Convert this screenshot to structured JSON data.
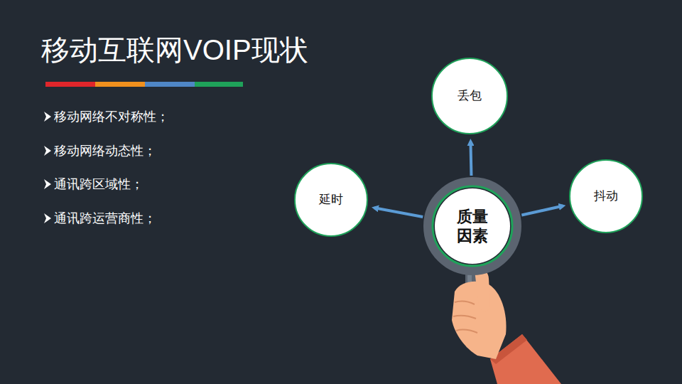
{
  "diagram": {
    "title": "移动互联网VOIP现状",
    "nodes": [
      {
        "text": [
          "丢包"
        ]
      },
      {
        "text": [
          "延时"
        ]
      },
      {
        "text": [
          "质量 因素"
        ]
      },
      {
        "text": [
          "抖动"
        ]
      }
    ],
    "edges": [
      {
        "from": 2,
        "to": 0,
        "arrow": "to"
      },
      {
        "from": 2,
        "to": 1,
        "arrow": "to"
      },
      {
        "from": 2,
        "to": 3,
        "arrow": "to"
      }
    ],
    "labels": [
      "移动网络不对称性；",
      "移动网络动态性；",
      "通讯跨区域性；",
      "通讯跨运营商性；"
    ]
  }
}
